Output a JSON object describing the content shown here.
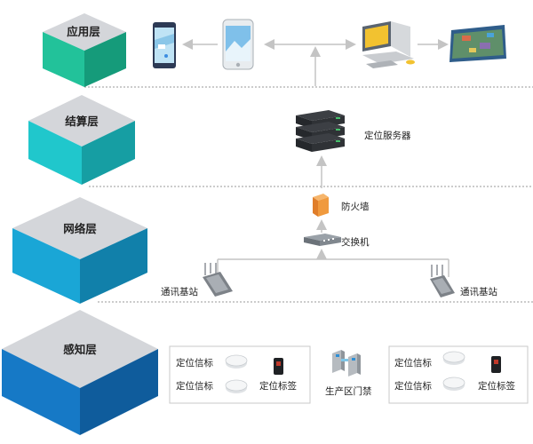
{
  "layers": {
    "application": "应用层",
    "computing": "结算层",
    "network": "网络层",
    "perception": "感知层"
  },
  "labels": {
    "server": "定位服务器",
    "firewall": "防火墙",
    "switch": "交换机",
    "base_station_left": "通讯基站",
    "base_station_right": "通讯基站",
    "gate": "生产区门禁"
  },
  "perception_groups": {
    "left": {
      "beacon_1": "定位信标",
      "beacon_2": "定位信标",
      "tag": "定位标签"
    },
    "right": {
      "beacon_1": "定位信标",
      "beacon_2": "定位信标",
      "tag": "定位标签"
    }
  },
  "colors": {
    "application_side": "#22c29a",
    "computing_side": "#20c7cc",
    "network_side": "#1aa6d6",
    "perception_side": "#1679c6",
    "cube_top": "#d4d6da",
    "arrow": "#c4c4c4"
  }
}
